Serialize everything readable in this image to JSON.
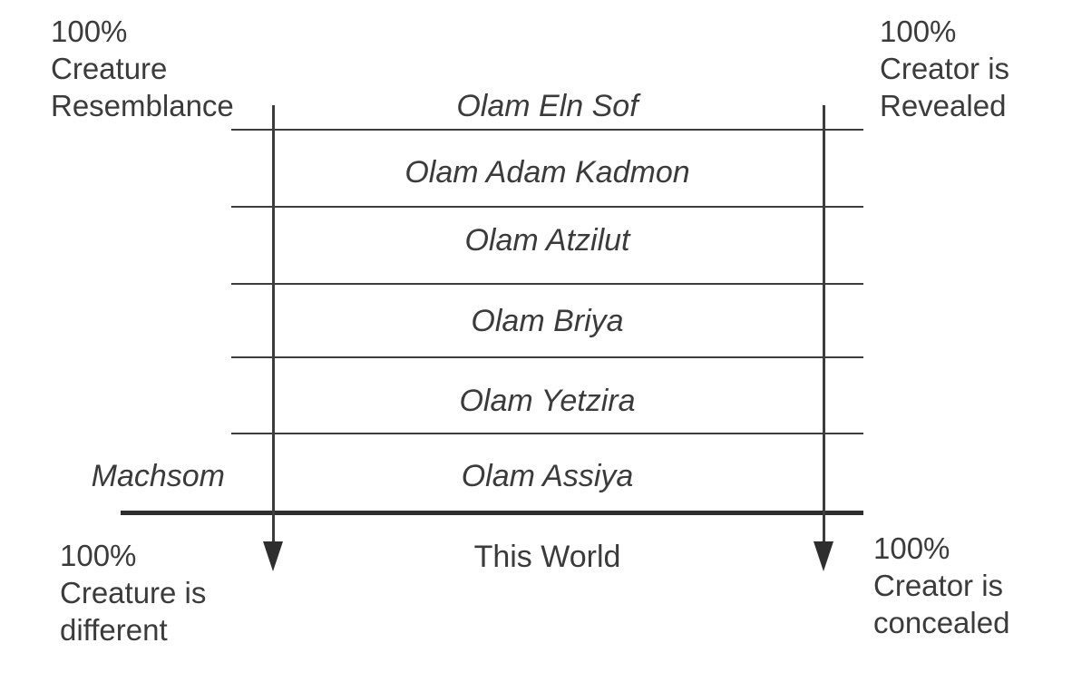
{
  "diagram": {
    "title_hint": "Olamot descent diagram",
    "worlds": [
      "Olam Eln Sof",
      "Olam Adam Kadmon",
      "Olam Atzilut",
      "Olam Briya",
      "Olam Yetzira",
      "Olam Assiya"
    ],
    "bottom_band_label": "This World",
    "machsom_label": "Machsom",
    "corner_labels": {
      "top_left": [
        "100%",
        "Creature",
        "Resemblance"
      ],
      "top_right": [
        "100%",
        "Creator is",
        "Revealed"
      ],
      "bottom_left": [
        "100%",
        "Creature is",
        "different"
      ],
      "bottom_right": [
        "100%",
        "Creator is",
        "concealed"
      ]
    },
    "colors": {
      "ink": "#3b3b3b",
      "line": "#3d3d3d",
      "background": "#ffffff"
    }
  }
}
